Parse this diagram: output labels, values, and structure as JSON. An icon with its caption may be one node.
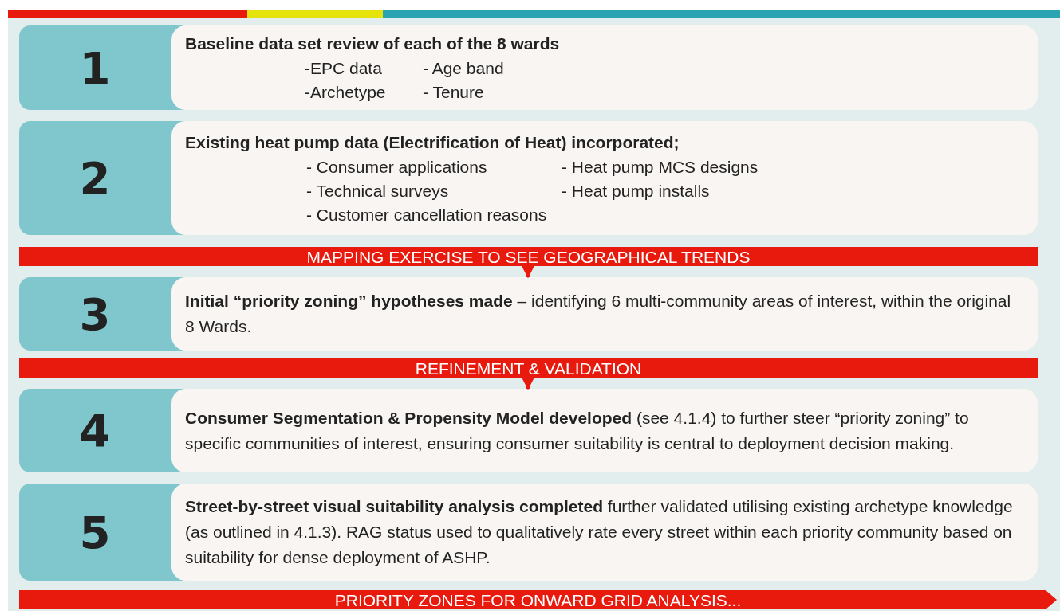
{
  "diagram": {
    "nodes": [
      {
        "text": [
          "1",
          "Baseline data set review of each of the 8 wards",
          "-EPC data",
          "- Age band",
          "-Archetype",
          "- Tenure"
        ]
      },
      {
        "text": [
          "2",
          "Existing heat pump data (Electrification of Heat) incorporated;",
          "- Consumer applications",
          "- Heat pump MCS designs",
          "- Technical surveys",
          "- Heat pump installs",
          "- Customer cancellation reasons"
        ]
      },
      {
        "text": [
          "MAPPING EXERCISE TO SEE GEOGRAPHICAL TRENDS"
        ]
      },
      {
        "text": [
          "3",
          "**Initial “priority zoning” hypotheses made** – identifying 6 multi-community areas of interest, within the original 8 Wards."
        ]
      },
      {
        "text": [
          "REFINEMENT & VALIDATION"
        ]
      },
      {
        "text": [
          "4",
          "**Consumer Segmentation & Propensity Model developed** (see 4.1.4) to further steer “priority zoning” to specific communities of interest, ensuring consumer suitability is central to deployment decision making."
        ]
      },
      {
        "text": [
          "5",
          "**Street-by-street visual suitability analysis completed** further validated utilising existing archetype knowledge (as outlined in 4.1.3). RAG status used to qualitatively rate every street within each priority community based on suitability for dense deployment of ASHP."
        ]
      },
      {
        "text": [
          "PRIORITY ZONES FOR ONWARD GRID ANALYSIS..."
        ]
      }
    ],
    "edges": [
      {
        "from": 2,
        "to": 3,
        "arrow": "to"
      },
      {
        "from": 4,
        "to": 5,
        "arrow": "to"
      }
    ]
  }
}
